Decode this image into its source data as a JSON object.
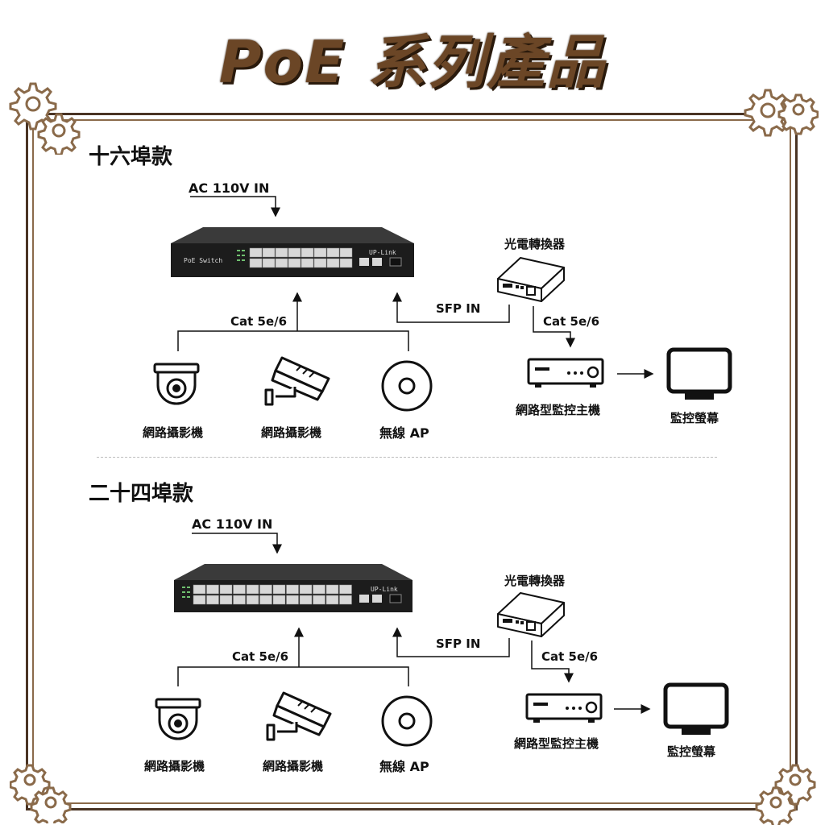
{
  "title": "PoE 系列產品",
  "accent_colors": {
    "title": "#6b4626",
    "frame": "#4a3424",
    "gear": "#8a6a4a"
  },
  "sections": [
    {
      "heading": "十六埠款",
      "ac_input": "AC 110V IN",
      "switch_label": "PoE Switch",
      "uplink_label": "UP-Link",
      "converter": "光電轉換器",
      "sfp_in": "SFP IN",
      "cable_devices": "Cat 5e/6",
      "cable_nvr": "Cat 5e/6",
      "devices": [
        "網路攝影機",
        "網路攝影機",
        "無線 AP"
      ],
      "nvr": "網路型監控主機",
      "monitor": "監控螢幕",
      "ports": 16
    },
    {
      "heading": "二十四埠款",
      "ac_input": "AC 110V IN",
      "uplink_label": "UP-Link",
      "converter": "光電轉換器",
      "sfp_in": "SFP IN",
      "cable_devices": "Cat 5e/6",
      "cable_nvr": "Cat 5e/6",
      "devices": [
        "網路攝影機",
        "網路攝影機",
        "無線 AP"
      ],
      "nvr": "網路型監控主機",
      "monitor": "監控螢幕",
      "ports": 24
    }
  ],
  "icons": [
    "gear-icon",
    "dome-camera-icon",
    "bullet-camera-icon",
    "wireless-ap-icon",
    "fiber-converter-icon",
    "nvr-icon",
    "monitor-icon",
    "poe-switch-icon"
  ]
}
